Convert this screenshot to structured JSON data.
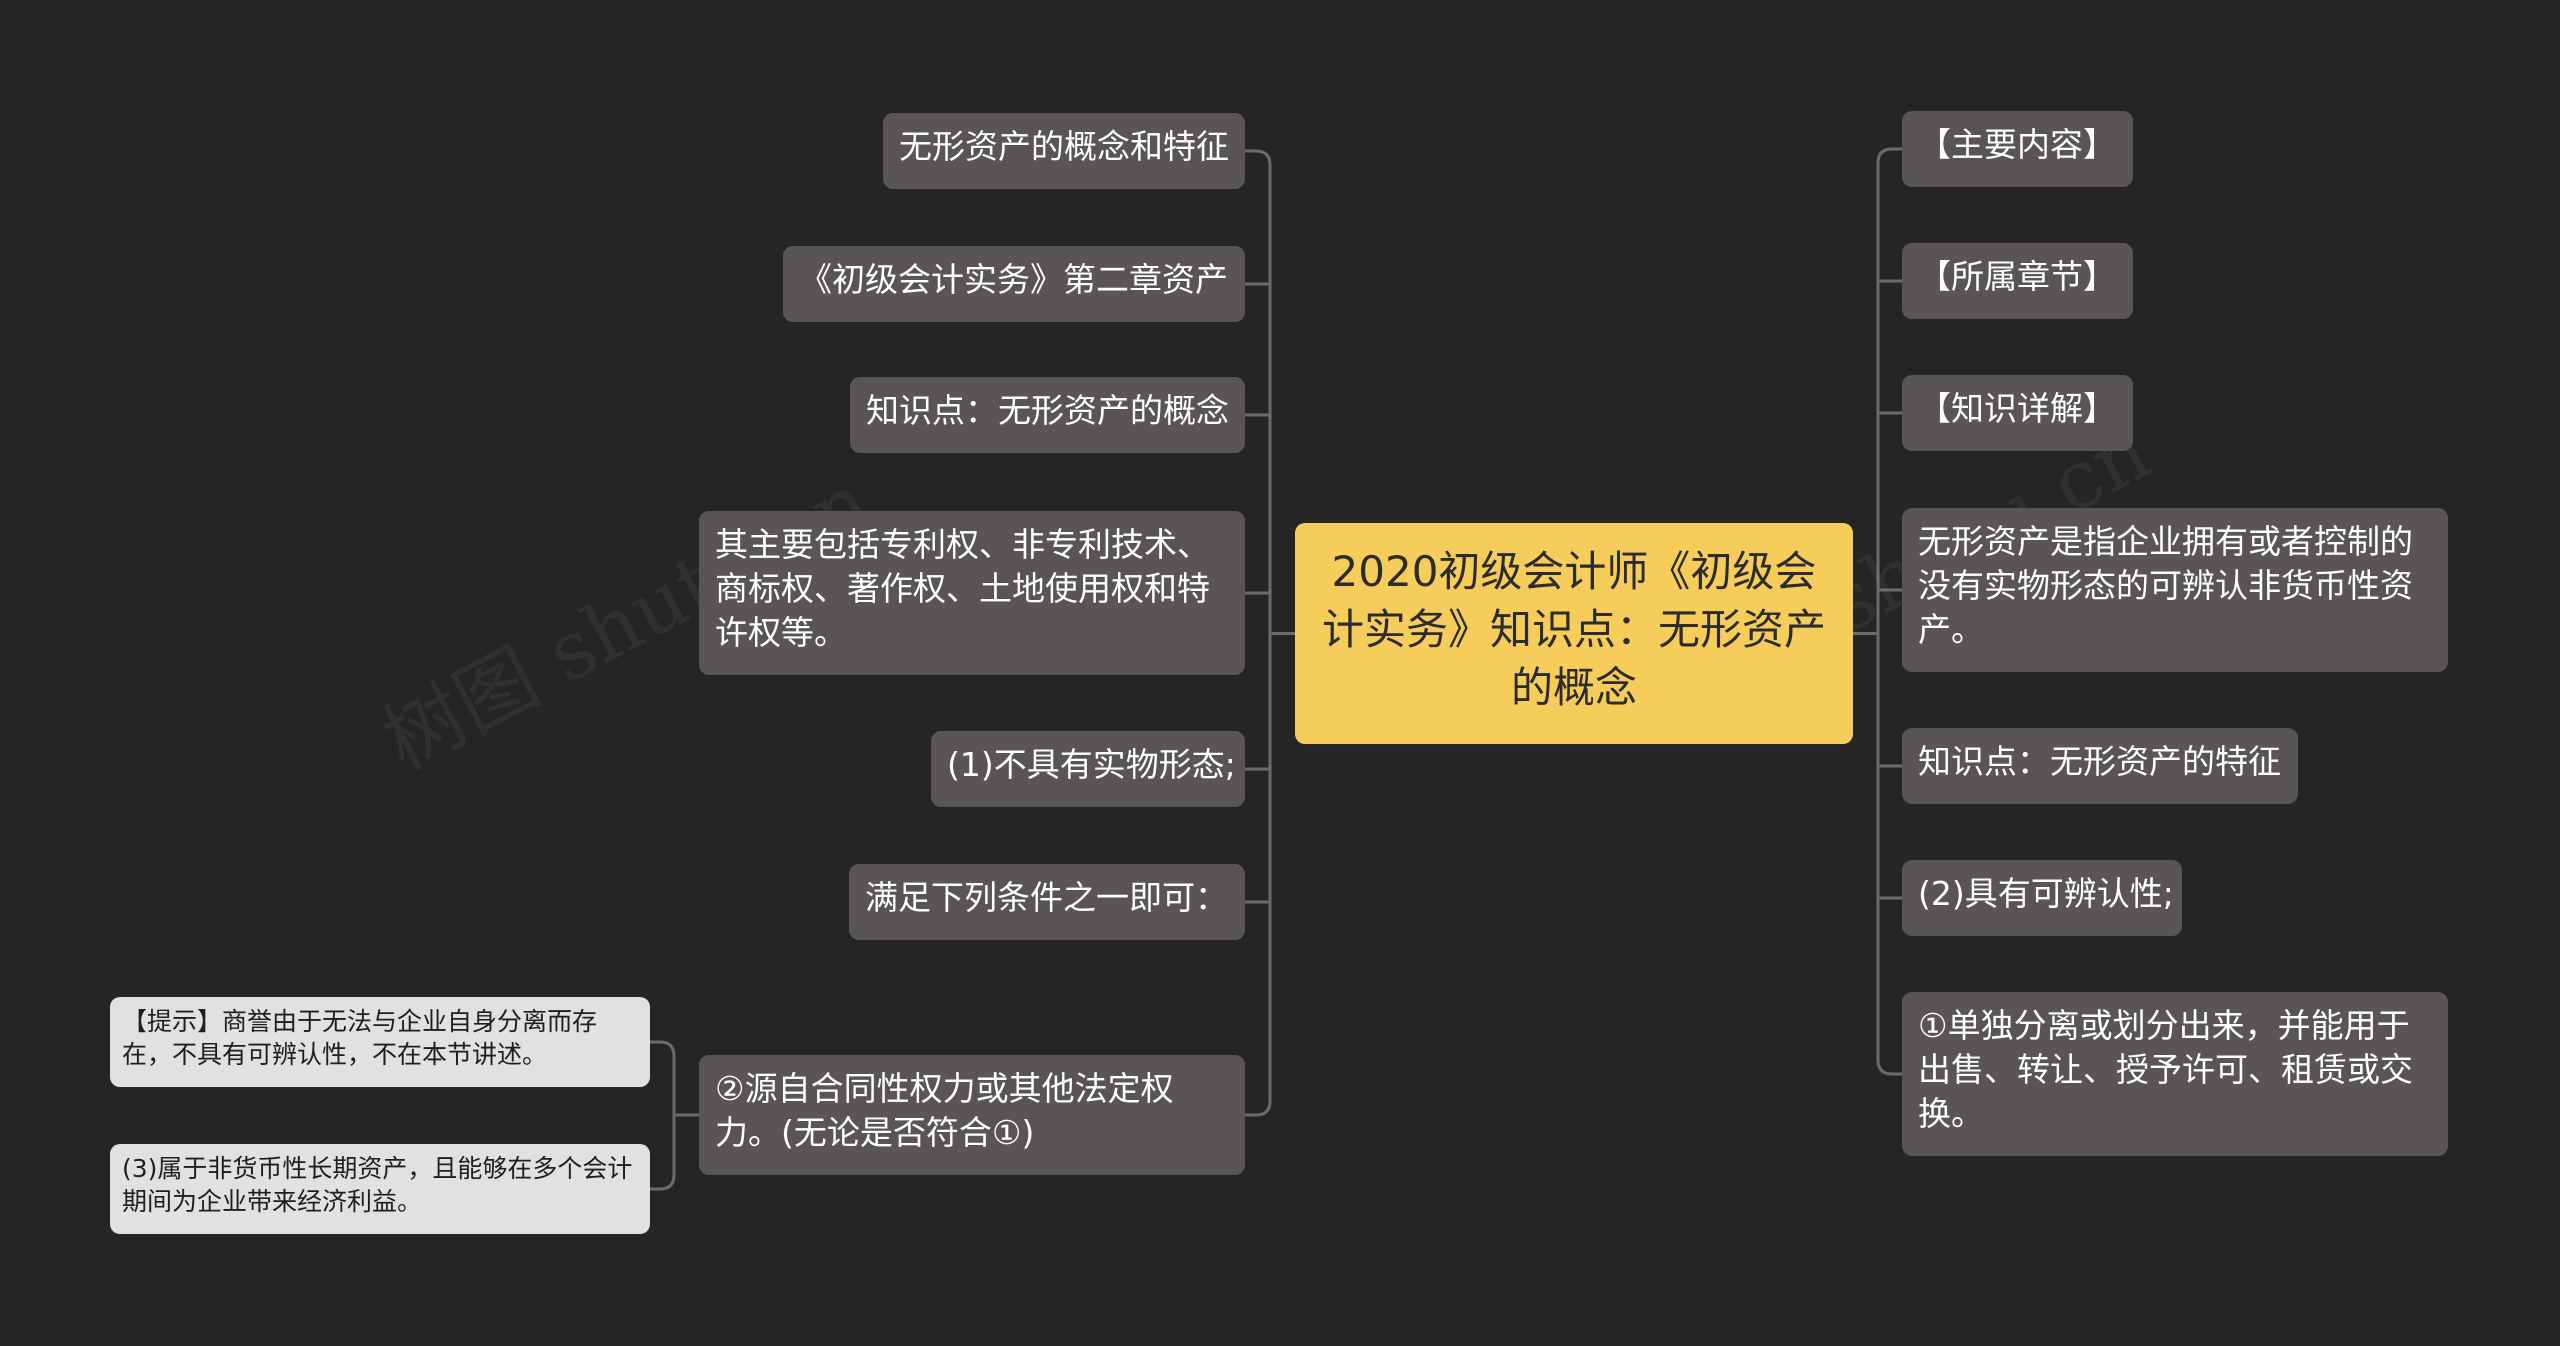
{
  "center": {
    "text": "2020初级会计师《初级会计实务》知识点：无形资产的概念"
  },
  "left": [
    {
      "text": "无形资产的概念和特征"
    },
    {
      "text": "《初级会计实务》第二章资产"
    },
    {
      "text": "知识点：无形资产的概念"
    },
    {
      "text": "其主要包括专利权、非专利技术、商标权、著作权、土地使用权和特许权等。"
    },
    {
      "text": "(1)不具有实物形态;"
    },
    {
      "text": "满足下列条件之一即可："
    },
    {
      "text": "②源自合同性权力或其他法定权力。(无论是否符合①)"
    }
  ],
  "sub": [
    {
      "text": "【提示】商誉由于无法与企业自身分离而存在，不具有可辨认性，不在本节讲述。"
    },
    {
      "text": "(3)属于非货币性长期资产，且能够在多个会计期间为企业带来经济利益。"
    }
  ],
  "right": [
    {
      "text": "【主要内容】"
    },
    {
      "text": "【所属章节】"
    },
    {
      "text": "【知识详解】"
    },
    {
      "text": "无形资产是指企业拥有或者控制的没有实物形态的可辨认非货币性资产。"
    },
    {
      "text": "知识点：无形资产的特征"
    },
    {
      "text": "(2)具有可辨认性;"
    },
    {
      "text": "①单独分离或划分出来，并能用于出售、转让、授予许可、租赁或交换。"
    }
  ],
  "watermark": [
    "树图 shutu.cn",
    "树图 shutu.cn"
  ],
  "colors": {
    "background": "#252525",
    "node": "#595555",
    "center": "#f6cd5b",
    "light_node": "#e1e1e1",
    "line": "#6b6b6b"
  }
}
